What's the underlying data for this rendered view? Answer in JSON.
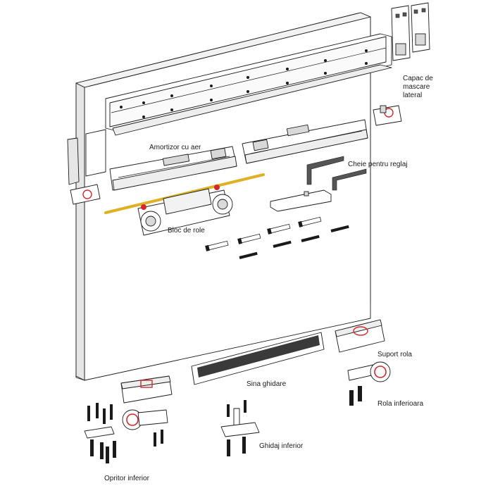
{
  "labels": {
    "end_cap": "Capac de mascare lateral",
    "damper": "Amortizor cu aer",
    "allen_keys": "Cheie pentru reglaj",
    "roller_block": "Bloc de role",
    "guide_rail": "Sina ghidare",
    "roller_support": "Suport rola",
    "bottom_roller": "Rola inferioara",
    "bottom_guide": "Ghidaj inferior",
    "bottom_stop": "Opritor inferior"
  },
  "colors": {
    "line": "#1a1a1a",
    "panel": "#ffffff",
    "panel_side": "#e6e6e6",
    "brush": "#3a3a3a",
    "accent_red": "#d7262b",
    "rod_yellow": "#e0b024"
  }
}
